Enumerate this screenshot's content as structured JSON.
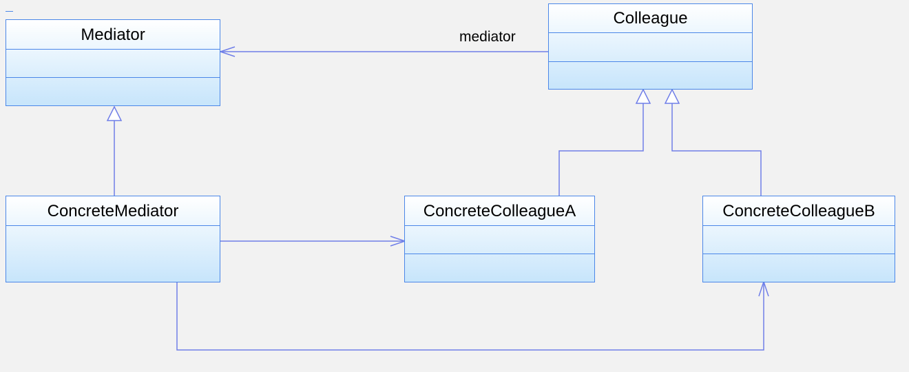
{
  "colors": {
    "background": "#f2f2f2",
    "border": "#4a86e8",
    "connector": "#6f7ee8",
    "fill_top": "#ffffff",
    "fill_bottom": "#c7e5fb"
  },
  "classes": {
    "mediator": {
      "name": "Mediator"
    },
    "colleague": {
      "name": "Colleague"
    },
    "concrete_mediator": {
      "name": "ConcreteMediator"
    },
    "concrete_colleague_a": {
      "name": "ConcreteColleagueA"
    },
    "concrete_colleague_b": {
      "name": "ConcreteColleagueB"
    }
  },
  "relations": {
    "colleague_to_mediator": {
      "kind": "association",
      "label": "mediator"
    },
    "concrete_mediator_to_mediator": {
      "kind": "generalization"
    },
    "concrete_colleague_a_to_colleague": {
      "kind": "generalization"
    },
    "concrete_colleague_b_to_colleague": {
      "kind": "generalization"
    },
    "concrete_mediator_to_concrete_colleague_a": {
      "kind": "association"
    },
    "concrete_mediator_to_concrete_colleague_b": {
      "kind": "association"
    }
  }
}
